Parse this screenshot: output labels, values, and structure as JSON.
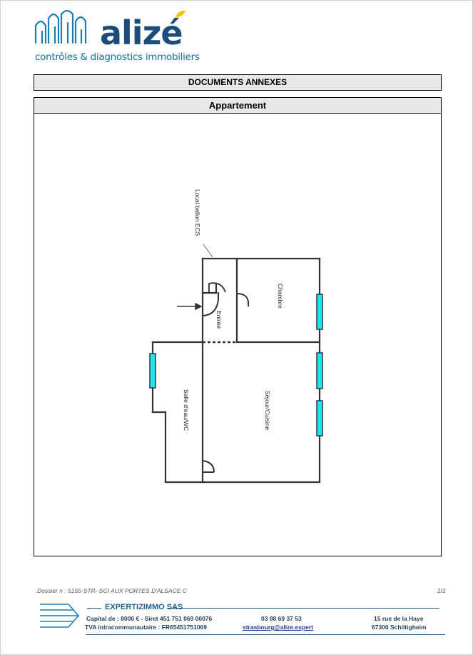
{
  "header": {
    "logo_word": "alizé",
    "logo_tagline": "contrôles & diagnostics immobiliers",
    "brand_color": "#1a4d7a",
    "accent_color": "#f2c200"
  },
  "section_title": "DOCUMENTS ANNEXES",
  "subsection_title": "Appartement",
  "plan": {
    "rooms": {
      "local_ballon": "Local ballon ECS",
      "chambre": "Chambre",
      "entree": "Entrée",
      "salle_eau": "Salle d'eau/WC",
      "sejour": "Séjour/Cuisine"
    },
    "window_color": "#1ee6f0"
  },
  "footer": {
    "dossier": "Dossier n : 5155-STR- SCI AUX PORTES D'ALSACE C",
    "page": "2/2",
    "company": "EXPERTIZIMMO SAS",
    "capital": "Capital de : 8000 € - Siret 451 751 069 00076",
    "tva": "TVA intracommunautaire : FR65451751069",
    "phone": "03 88 69 37 53",
    "email": "strasbourg@alize.expert",
    "address1": "15 rue de la Haye",
    "address2": "67300 Schiltigheim"
  }
}
